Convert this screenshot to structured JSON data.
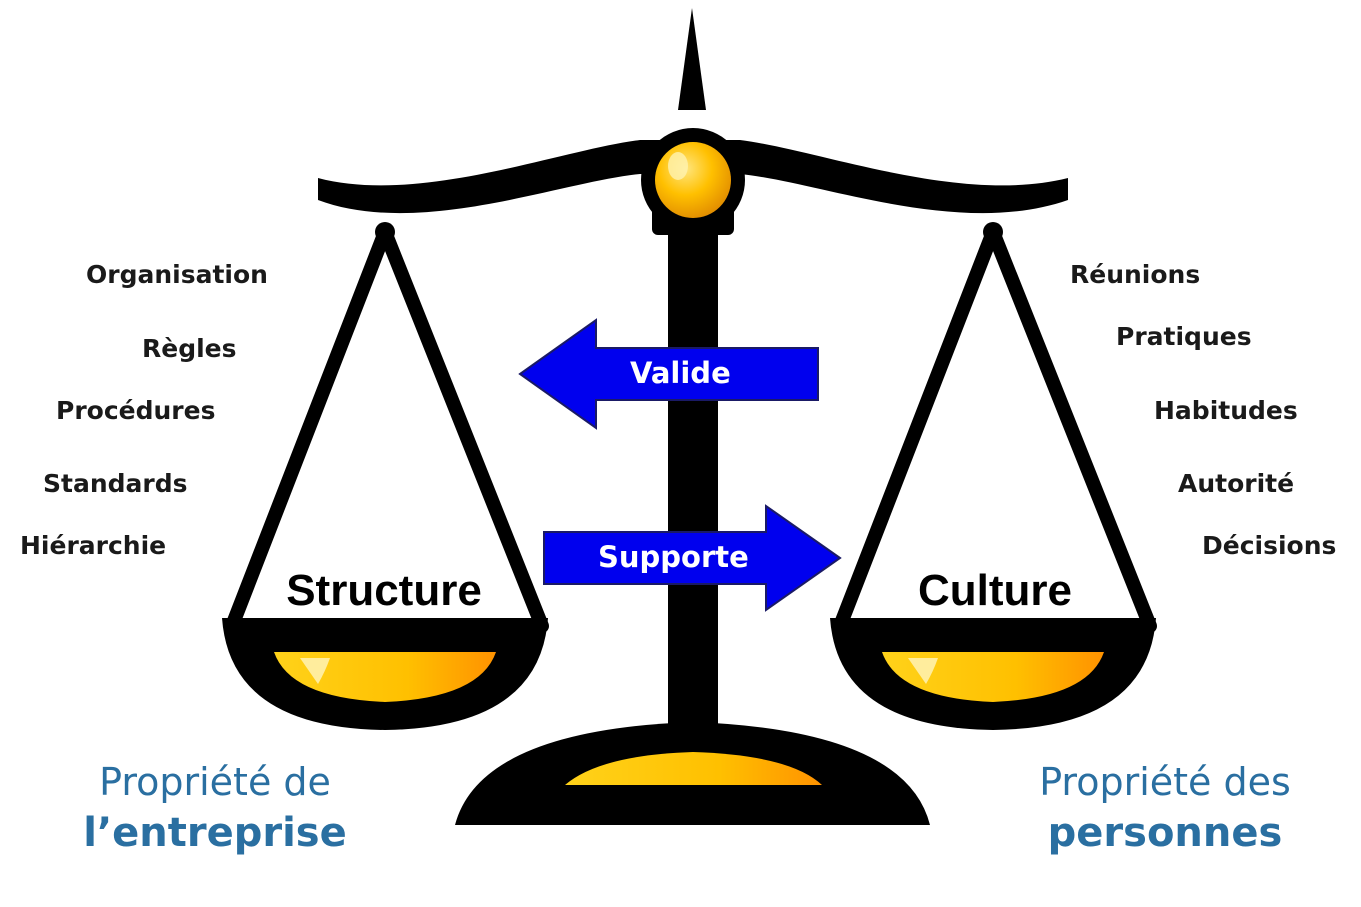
{
  "left": {
    "title": "Structure",
    "items": [
      "Organisation",
      "Règles",
      "Procédures",
      "Standards",
      "Hiérarchie"
    ],
    "ownership_line1": "Propriété de",
    "ownership_line2": "l’entreprise"
  },
  "right": {
    "title": "Culture",
    "items": [
      "Réunions",
      "Pratiques",
      "Habitudes",
      "Autorité",
      "Décisions"
    ],
    "ownership_line1": "Propriété des",
    "ownership_line2": "personnes"
  },
  "arrows": {
    "to_left": "Valide",
    "to_right": "Supporte"
  },
  "colors": {
    "arrow_fill": "#0000ee",
    "gold": "#ffc000",
    "gold_shade": "#ff9900",
    "ownership_text": "#2a6fa1"
  }
}
